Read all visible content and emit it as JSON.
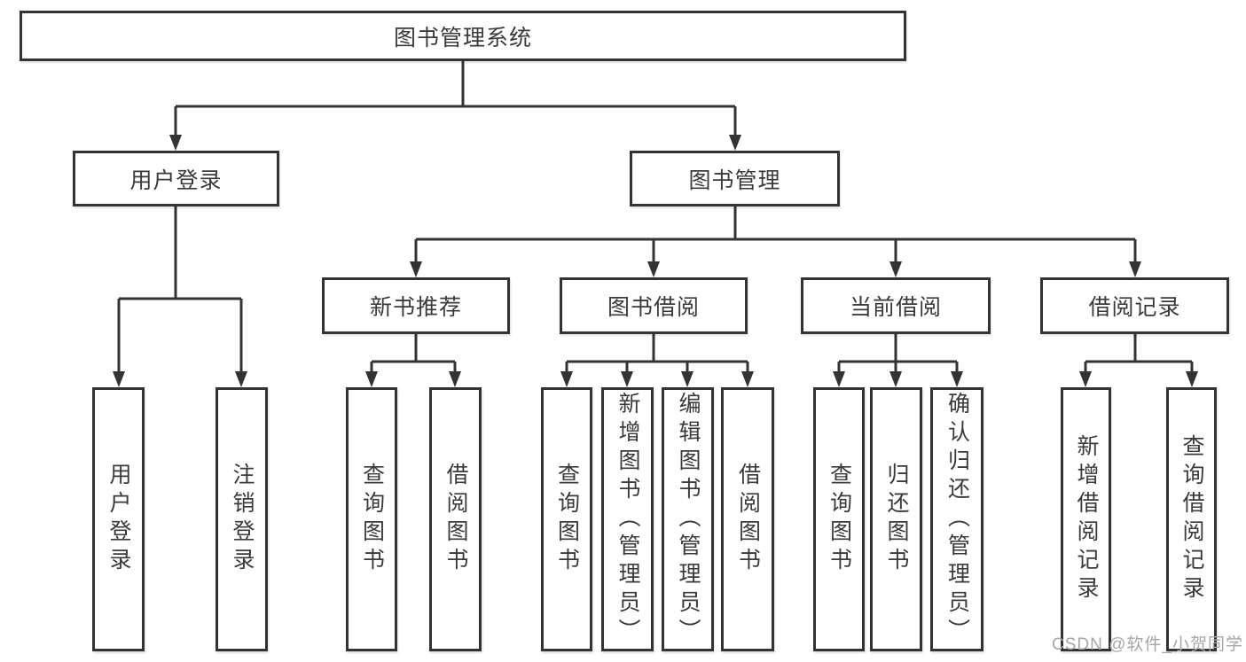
{
  "diagram": {
    "root": {
      "label": "图书管理系统"
    },
    "level2": [
      {
        "label": "用户登录",
        "children": [
          {
            "label": "用户登录"
          },
          {
            "label": "注销登录"
          }
        ]
      },
      {
        "label": "图书管理",
        "children": [
          {
            "label": "新书推荐",
            "children": [
              {
                "label": "查询图书"
              },
              {
                "label": "借阅图书"
              }
            ]
          },
          {
            "label": "图书借阅",
            "children": [
              {
                "label": "查询图书"
              },
              {
                "label": "新增图书（管理员）"
              },
              {
                "label": "编辑图书（管理员）"
              },
              {
                "label": "借阅图书"
              }
            ]
          },
          {
            "label": "当前借阅",
            "children": [
              {
                "label": "查询图书"
              },
              {
                "label": "归还图书"
              },
              {
                "label": "确认归还（管理员）"
              }
            ]
          },
          {
            "label": "借阅记录",
            "children": [
              {
                "label": "新增借阅记录"
              },
              {
                "label": "查询借阅记录"
              }
            ]
          }
        ]
      }
    ]
  },
  "watermark": {
    "text": "CSDN @软件_小贺同学"
  },
  "colors": {
    "line": "#333333",
    "box_border": "#333333",
    "text": "#3a3a3a",
    "watermark": "#a6a6a6",
    "background": "#ffffff"
  }
}
